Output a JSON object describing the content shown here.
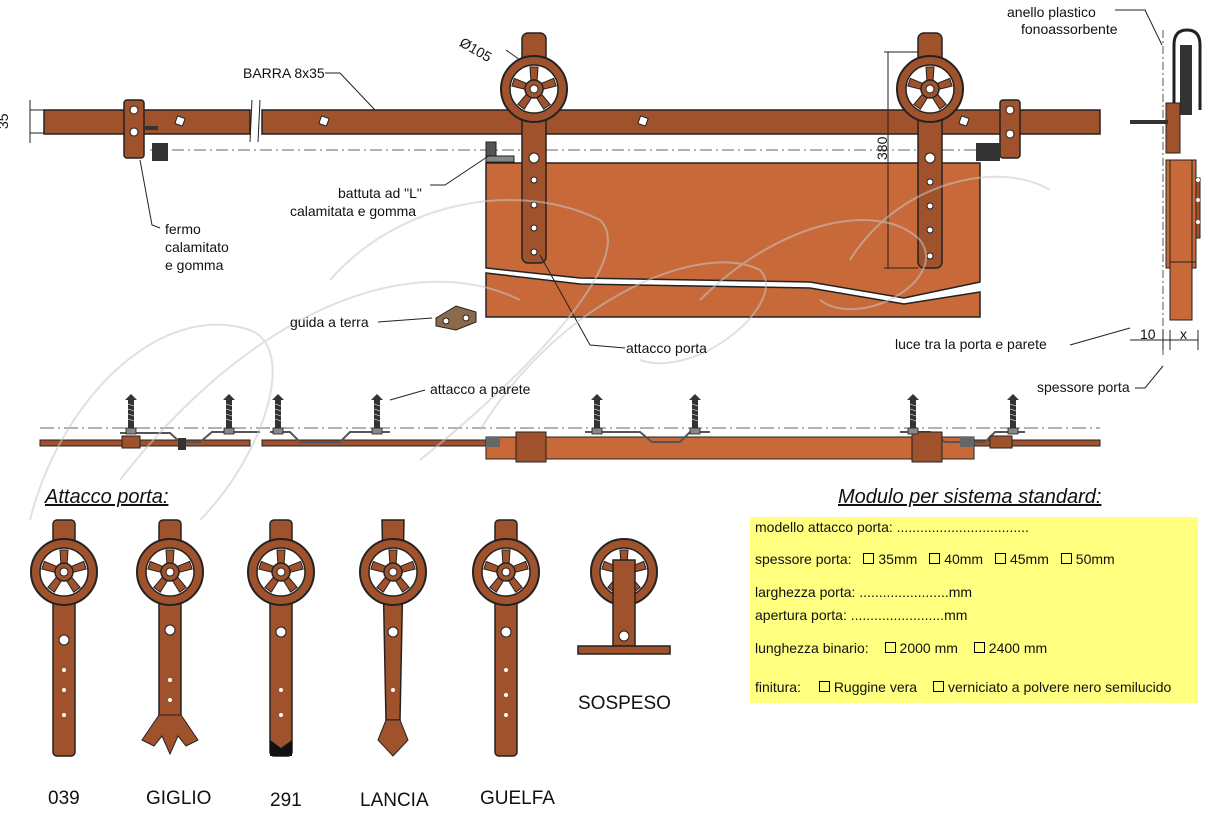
{
  "labels": {
    "barra": "BARRA 8x35",
    "diam": "Ø105",
    "dim35": "35",
    "dim380": "380",
    "anello_1": "anello plastico",
    "anello_2": "fonoassorbente",
    "fermo_1": "fermo",
    "fermo_2": "calamitato",
    "fermo_3": "e gomma",
    "battuta_1": "battuta ad \"L\"",
    "battuta_2": "calamitata e gomma",
    "guida": "guida a terra",
    "attacco_porta": "attacco porta",
    "luce": "luce tra la porta e parete",
    "dim10": "10",
    "dimx": "x",
    "spessore": "spessore porta",
    "attacco_parete": "attacco a parete"
  },
  "section_titles": {
    "attacco": "Attacco porta:",
    "modulo": "Modulo per sistema standard:"
  },
  "models": [
    {
      "name": "039"
    },
    {
      "name": "GIGLIO"
    },
    {
      "name": "291"
    },
    {
      "name": "LANCIA"
    },
    {
      "name": "GUELFA"
    },
    {
      "name": "SOSPESO"
    }
  ],
  "form": {
    "modello": "modello attacco porta:  ..................................",
    "spessore_label": "spessore porta:",
    "spessore_options": [
      "35mm",
      "40mm",
      "45mm",
      "50mm"
    ],
    "larghezza": "larghezza porta:  .......................mm",
    "apertura": "apertura porta:  ........................mm",
    "lunghezza_label": "lunghezza binario:",
    "lunghezza_options": [
      "2000 mm",
      "2400 mm"
    ],
    "finitura_label": "finitura:",
    "finitura_options": [
      "Ruggine vera",
      "verniciato a polvere nero semilucido"
    ]
  },
  "colors": {
    "rust": "#a0522d",
    "rust_dark": "#6b3314",
    "door": "#c8693a",
    "form_bg": "#ffff80"
  }
}
